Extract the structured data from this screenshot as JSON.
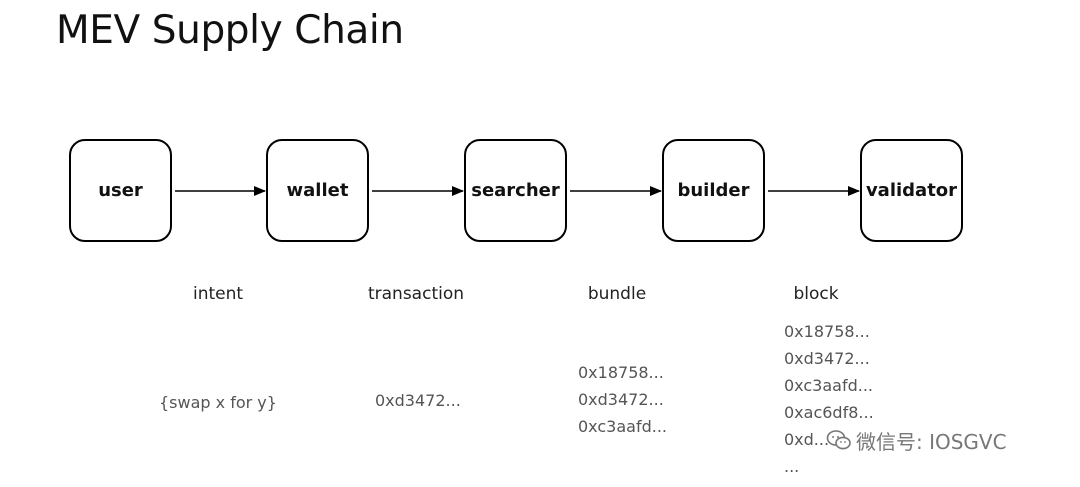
{
  "title": "MEV Supply Chain",
  "nodes": [
    {
      "id": "user",
      "label": "user"
    },
    {
      "id": "wallet",
      "label": "wallet"
    },
    {
      "id": "searcher",
      "label": "searcher"
    },
    {
      "id": "builder",
      "label": "builder"
    },
    {
      "id": "validator",
      "label": "validator"
    }
  ],
  "edges": [
    {
      "from": "user",
      "to": "wallet",
      "label": "intent",
      "data": [
        "{swap x for y}"
      ]
    },
    {
      "from": "wallet",
      "to": "searcher",
      "label": "transaction",
      "data": [
        "0xd3472..."
      ]
    },
    {
      "from": "searcher",
      "to": "builder",
      "label": "bundle",
      "data": [
        "0x18758...",
        "0xd3472...",
        "0xc3aafd..."
      ]
    },
    {
      "from": "builder",
      "to": "validator",
      "label": "block",
      "data": [
        "0x18758...",
        "0xd3472...",
        "0xc3aafd...",
        "0xac6df8...",
        "0xd...",
        "..."
      ]
    }
  ],
  "watermark": "微信号: IOSGVC"
}
